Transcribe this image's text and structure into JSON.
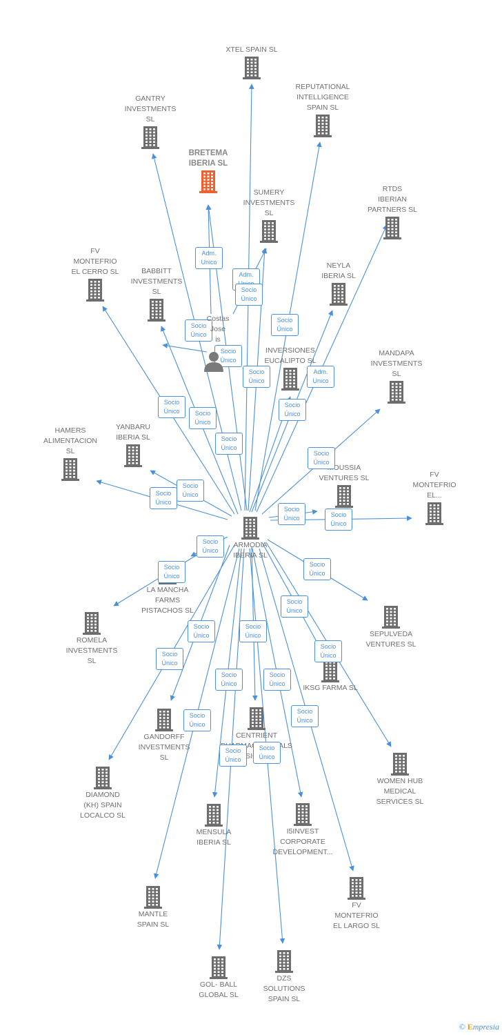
{
  "colors": {
    "edge": "#4a90d9",
    "building": "#6d6d6d",
    "highlight": "#f0602e",
    "badge_border": "#4a90d9"
  },
  "center": {
    "id": "armodia",
    "label": "ARMODIA\nIBERIA  SL"
  },
  "person": {
    "label": "Costas\nJose\nis"
  },
  "nodes": [
    {
      "id": "xtel",
      "label": "XTEL SPAIN  SL"
    },
    {
      "id": "reputational",
      "label": "REPUTATIONAL\nINTELLIGENCE\nSPAIN  SL"
    },
    {
      "id": "gantry",
      "label": "GANTRY\nINVESTMENTS\nSL"
    },
    {
      "id": "bretema",
      "label": "BRETEMA\nIBERIA  SL",
      "highlight": true
    },
    {
      "id": "sumery",
      "label": "SUMERY\nINVESTMENTS\nSL"
    },
    {
      "id": "rtds",
      "label": "RTDS\nIBERIAN\nPARTNERS  SL"
    },
    {
      "id": "fvcerro",
      "label": "FV\nMONTEFRIO\nEL CERRO  SL"
    },
    {
      "id": "babbitt",
      "label": "BABBITT\nINVESTMENTS\nSL"
    },
    {
      "id": "neyla",
      "label": "NEYLA\nIBERIA  SL"
    },
    {
      "id": "inversiones",
      "label": "INVERSIONES\nEUCALIPTO  SL"
    },
    {
      "id": "mandapa",
      "label": "MANDAPA\nINVESTMENTS\nSL"
    },
    {
      "id": "hamers",
      "label": "HAMERS\nALIMENTACION\nSL"
    },
    {
      "id": "yanbaru",
      "label": "YANBARU\nIBERIA  SL"
    },
    {
      "id": "moussia",
      "label": "MOUSSIA\nVENTURES  SL"
    },
    {
      "id": "fvel",
      "label": "FV\nMONTEFRIO\nEL..."
    },
    {
      "id": "lamancha",
      "label": "LA MANCHA\nFARMS\nPISTACHOS  SL"
    },
    {
      "id": "sepulveda",
      "label": "SEPULVEDA\nVENTURES  SL"
    },
    {
      "id": "romela",
      "label": "ROMELA\nINVESTMENTS\nSL"
    },
    {
      "id": "iksg",
      "label": "IKSG FARMA  SL"
    },
    {
      "id": "gandorff",
      "label": "GANDORFF\nINVESTMENTS\nSL"
    },
    {
      "id": "centrient",
      "label": "CENTRIENT\nPHARMACEUTICALS\nVISION  SL"
    },
    {
      "id": "womenhub",
      "label": "WOMEN HUB\nMEDICAL\nSERVICES  SL"
    },
    {
      "id": "diamond",
      "label": "DIAMOND\n(KH) SPAIN\nLOCALCO  SL"
    },
    {
      "id": "mensula",
      "label": "MENSULA\nIBERIA  SL"
    },
    {
      "id": "i5invest",
      "label": "I5INVEST\nCORPORATE\nDEVELOPMENT..."
    },
    {
      "id": "mantle",
      "label": "MANTLE\nSPAIN  SL"
    },
    {
      "id": "fvlargo",
      "label": "FV\nMONTEFRIO\nEL LARGO  SL"
    },
    {
      "id": "golball",
      "label": "GOL- BALL\nGLOBAL  SL"
    },
    {
      "id": "dzs",
      "label": "DZS\nSOLUTIONS\nSPAIN  SL"
    }
  ],
  "badges": [
    "Adm.\nUnico",
    "Adm.\nUnico",
    "Socio\nÚnico",
    "Socio\nÚnico",
    "Socio\nÚnico",
    "Socio\nÚnico",
    "Socio\nÚnico",
    "Socio\nÚnico",
    "Socio\nÚnico",
    "Socio\nÚnico",
    "Socio\nÚnico",
    "Adm.\nUnico",
    "Socio\nÚnico",
    "Socio\nÚnico",
    "Socio\nÚnico",
    "Socio\nÚnico",
    "Socio\nÚnico",
    "Socio\nÚnico",
    "Socio\nÚnico",
    "Socio\nÚnico",
    "Socio\nÚnico",
    "Socio\nÚnico",
    "Socio\nÚnico",
    "Socio\nÚnico",
    "Socio\nÚnico",
    "Socio\nÚnico",
    "Socio\nÚnico",
    "Socio\nÚnico",
    "Socio\nÚnico",
    "Socio\nÚnico",
    "Socio\nÚnico",
    "Socio\nÚnico",
    "Socio\nÚnico"
  ],
  "footer": {
    "copyright": "©",
    "brand_initial": "E",
    "brand_rest": "mpresia"
  }
}
